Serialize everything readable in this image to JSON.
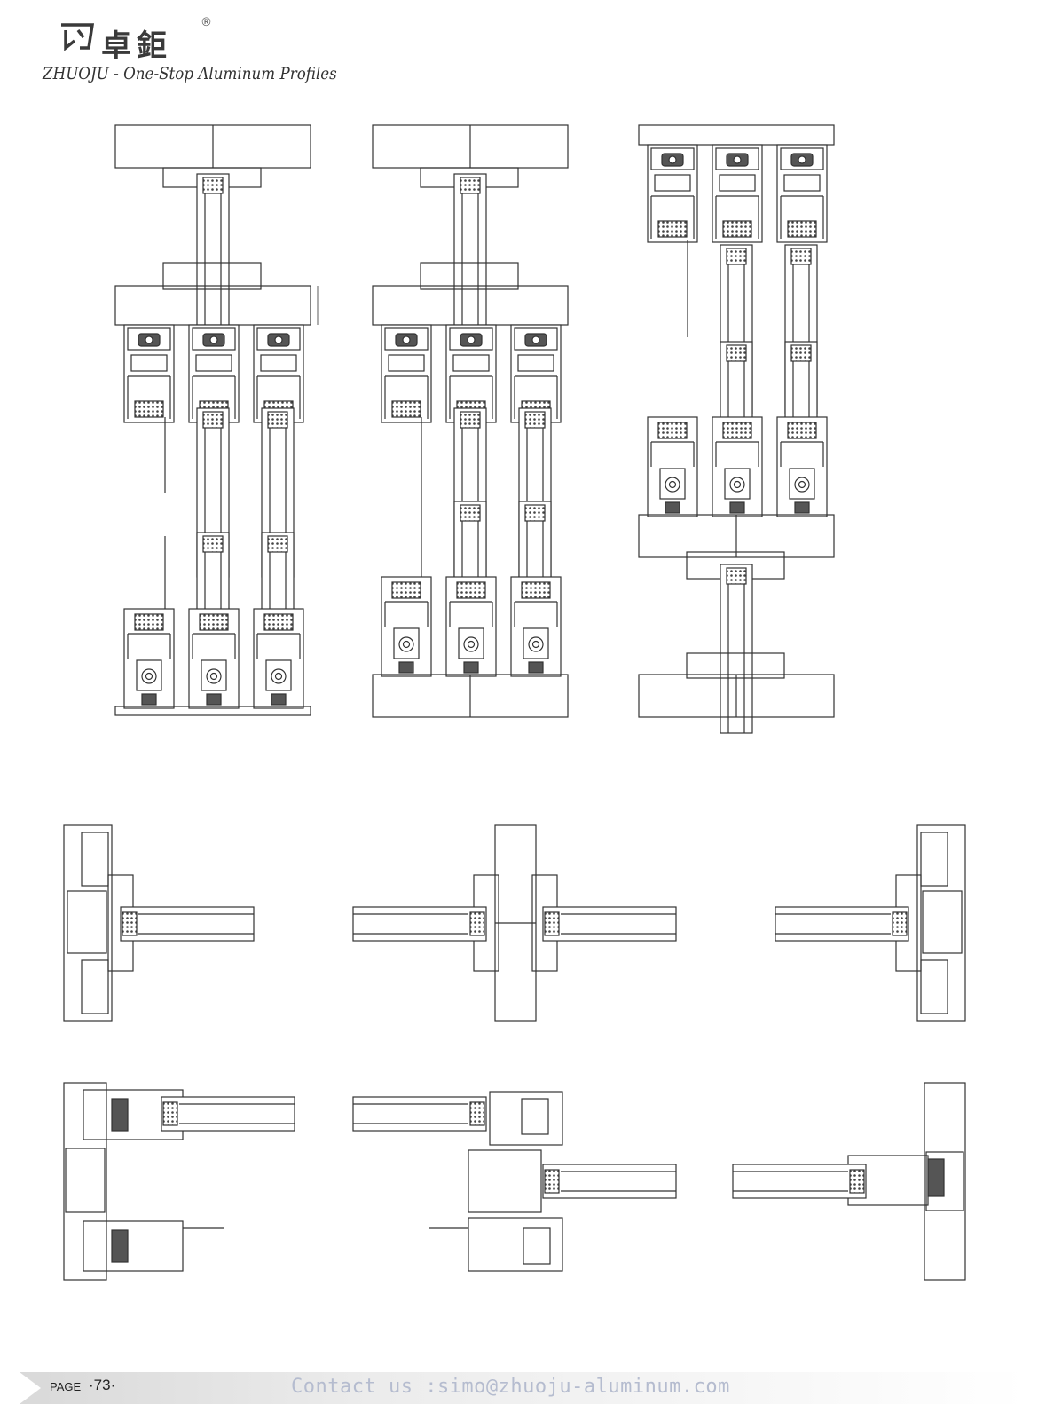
{
  "header": {
    "brand_cn": "卓鉅",
    "registered_mark": "®",
    "tagline": "ZHUOJU - One-Stop Aluminum Profiles"
  },
  "footer": {
    "page_label": "PAGE",
    "page_number": "·73·",
    "contact": "Contact us :simo@zhuoju-aluminum.com"
  },
  "colors": {
    "line": "#333333",
    "gasket": "#555555",
    "footer_text": "#b5bccf"
  }
}
